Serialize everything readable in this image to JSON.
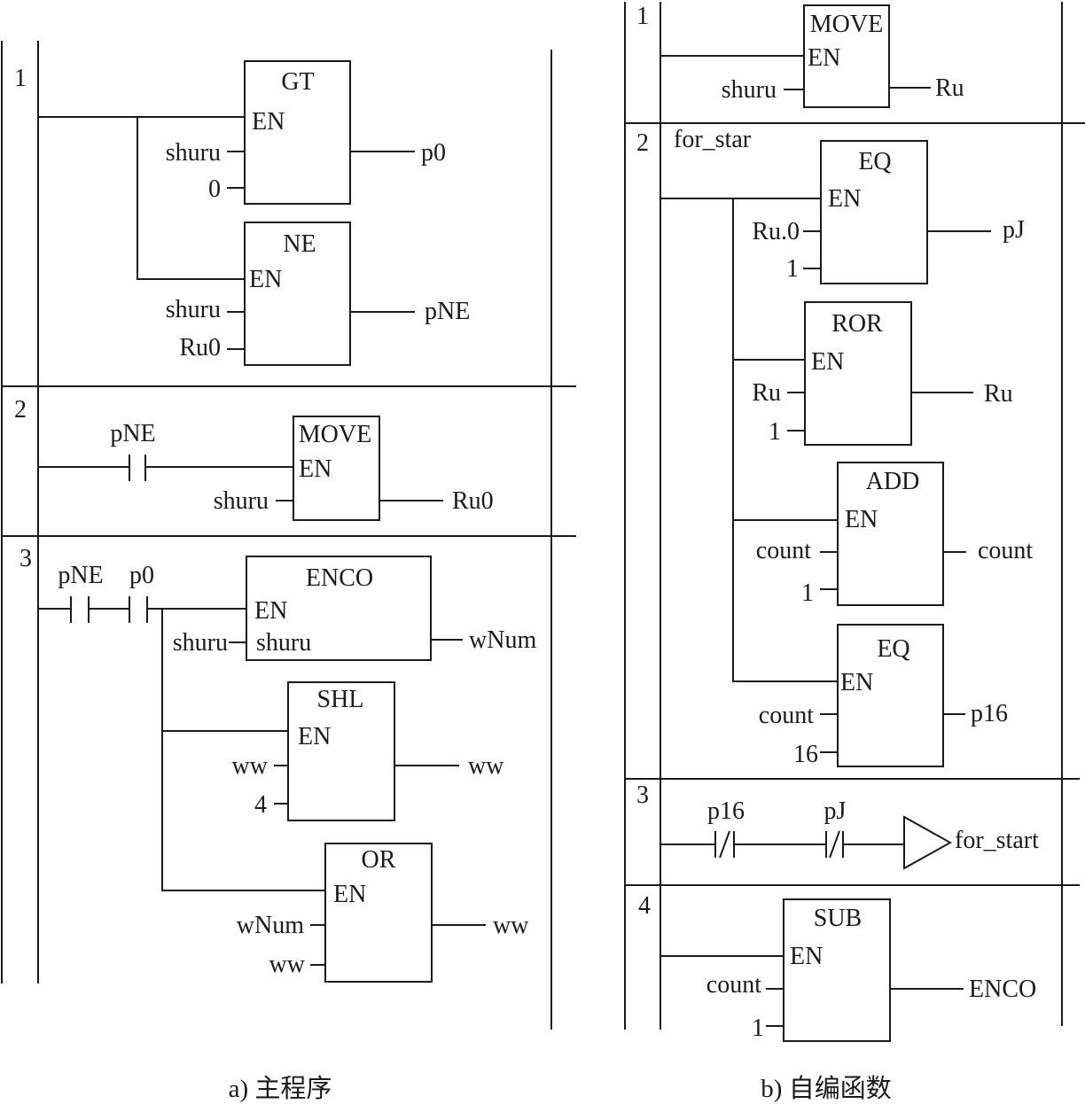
{
  "diagram_a": {
    "caption": "a) 主程序",
    "networks": {
      "n1": {
        "number": "1",
        "gt": {
          "name": "GT",
          "en": "EN",
          "in1": "shuru",
          "in2": "0",
          "out": "p0"
        },
        "ne": {
          "name": "NE",
          "en": "EN",
          "in1": "shuru",
          "in2": "Ru0",
          "out": "pNE"
        }
      },
      "n2": {
        "number": "2",
        "contact": "pNE",
        "move": {
          "name": "MOVE",
          "en": "EN",
          "in1": "shuru",
          "out": "Ru0"
        }
      },
      "n3": {
        "number": "3",
        "contact1": "pNE",
        "contact2": "p0",
        "enco": {
          "name": "ENCO",
          "en": "EN",
          "in1": "shuru",
          "pin1": "shuru",
          "out": "wNum"
        },
        "shl": {
          "name": "SHL",
          "en": "EN",
          "in1": "ww",
          "in2": "4",
          "out": "ww"
        },
        "or": {
          "name": "OR",
          "en": "EN",
          "in1": "wNum",
          "in2": "ww",
          "out": "ww"
        }
      }
    }
  },
  "diagram_b": {
    "caption": "b) 自编函数",
    "networks": {
      "n1": {
        "number": "1",
        "move": {
          "name": "MOVE",
          "en": "EN",
          "in1": "shuru",
          "out": "Ru"
        }
      },
      "n2": {
        "number": "2",
        "label": "for_star",
        "eq1": {
          "name": "EQ",
          "en": "EN",
          "in1": "Ru.0",
          "in2": "1",
          "out": "pJ"
        },
        "ror": {
          "name": "ROR",
          "en": "EN",
          "in1": "Ru",
          "in2": "1",
          "out": "Ru"
        },
        "add": {
          "name": "ADD",
          "en": "EN",
          "in1": "count",
          "in2": "1",
          "out": "count"
        },
        "eq2": {
          "name": "EQ",
          "en": "EN",
          "in1": "count",
          "in2": "16",
          "out": "p16"
        }
      },
      "n3": {
        "number": "3",
        "contact1": "p16",
        "contact2": "pJ",
        "jump": "for_start"
      },
      "n4": {
        "number": "4",
        "sub": {
          "name": "SUB",
          "en": "EN",
          "in1": "count",
          "in2": "1",
          "out": "ENCO"
        }
      }
    }
  }
}
